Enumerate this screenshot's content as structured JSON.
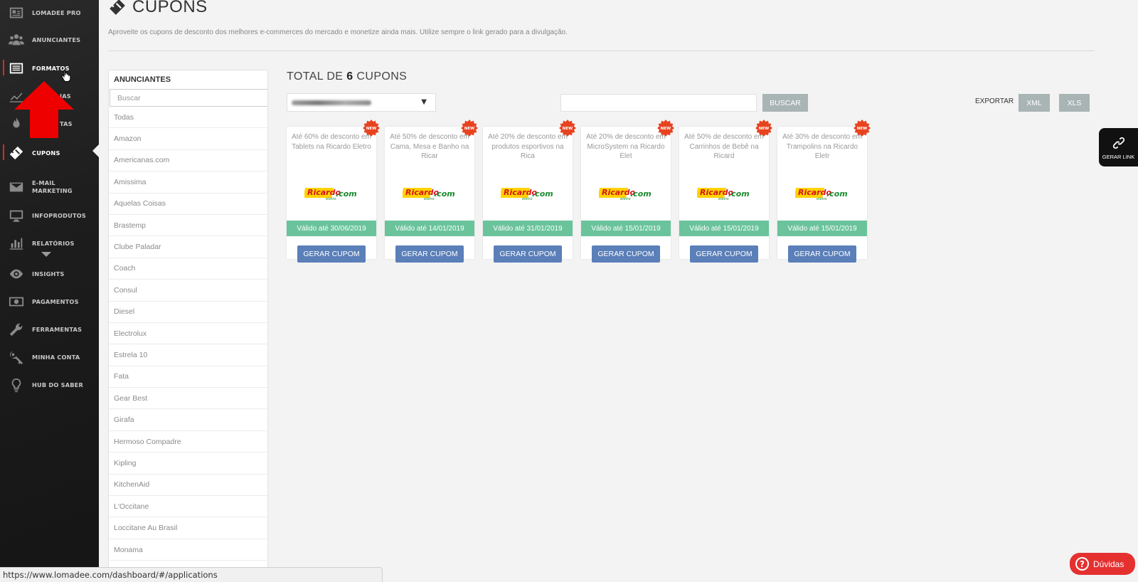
{
  "sidebar": {
    "items": [
      {
        "label": "LOMADEE PRO",
        "icon": "id-card-icon"
      },
      {
        "label": "ANUNCIANTES",
        "icon": "users-icon"
      },
      {
        "label": "FORMATOS",
        "icon": "list-icon"
      },
      {
        "label": "",
        "icon": "chart-line-icon"
      },
      {
        "label": "",
        "icon": "fire-icon"
      },
      {
        "label": "CUPONS",
        "icon": "ticket-icon"
      },
      {
        "label": "E-MAIL MARKETING",
        "icon": "envelope-icon"
      },
      {
        "label": "INFOPRODUTOS",
        "icon": "monitor-icon"
      },
      {
        "label": "RELATÓRIOS",
        "icon": "bar-chart-icon"
      },
      {
        "label": "INSIGHTS",
        "icon": "eye-icon"
      },
      {
        "label": "PAGAMENTOS",
        "icon": "money-icon"
      },
      {
        "label": "FERRAMENTAS",
        "icon": "wrench-icon"
      },
      {
        "label": "MINHA CONTA",
        "icon": "key-icon"
      },
      {
        "label": "HUB DO SABER",
        "icon": "lightbulb-icon"
      }
    ],
    "partial_labels": [
      "IAS",
      "TAS"
    ]
  },
  "header": {
    "title": "CUPONS",
    "subtitle": "Aproveite os cupons de desconto dos melhores e-commerces do mercado e monetize ainda mais. Utilize sempre o link gerado para a divulgação."
  },
  "advertisers": {
    "header": "ANUNCIANTES",
    "search_placeholder": "Buscar",
    "items": [
      "Todas",
      "Amazon",
      "Americanas.com",
      "Amissima",
      "Aquelas Coisas",
      "Brastemp",
      "Clube Paladar",
      "Coach",
      "Consul",
      "Diesel",
      "Electrolux",
      "Estrela 10",
      "Fata",
      "Gear Best",
      "Girafa",
      "Hermoso Compadre",
      "Kipling",
      "KitchenAid",
      "L'Occitane",
      "Loccitane Au Brasil",
      "Monama"
    ]
  },
  "main": {
    "total_prefix": "TOTAL DE",
    "total_count": "6",
    "total_suffix": "CUPONS",
    "search_button": "BUSCAR",
    "export_label": "EXPORTAR",
    "export_xml": "XML",
    "export_xls": "XLS"
  },
  "coupons": [
    {
      "desc": "Até 60% de desconto em Tablets na Ricardo Eletro",
      "valid": "Válido até 30/06/2019",
      "button": "GERAR CUPOM",
      "badge": "NEW"
    },
    {
      "desc": "Até 50% de desconto em Cama, Mesa e Banho na Ricar",
      "valid": "Válido até 14/01/2019",
      "button": "GERAR CUPOM",
      "badge": "NEW"
    },
    {
      "desc": "Até 20% de desconto em produtos esportivos na Rica",
      "valid": "Válido até 31/01/2019",
      "button": "GERAR CUPOM",
      "badge": "NEW"
    },
    {
      "desc": "Até 20% de desconto em MicroSystem na Ricardo Elet",
      "valid": "Válido até 15/01/2019",
      "button": "GERAR CUPOM",
      "badge": "NEW"
    },
    {
      "desc": "Até 50% de desconto em Carrinhos de Bebê na Ricard",
      "valid": "Válido até 15/01/2019",
      "button": "GERAR CUPOM",
      "badge": "NEW"
    },
    {
      "desc": "Até 30% de desconto em Trampolins na Ricardo Eletr",
      "valid": "Válido até 15/01/2019",
      "button": "GERAR CUPOM",
      "badge": "NEW"
    }
  ],
  "logo": {
    "text_main": "Ricardo",
    "text_sub": "eletro",
    "text_com": ".com"
  },
  "gerar_link": "GERAR LINK",
  "duvidas": "Dúvidas",
  "duvidas_icon": "?",
  "statusbar": "https://www.lomadee.com/dashboard/#/applications",
  "colors": {
    "valid_bar": "#6ac39b",
    "gerar_button": "#5a7fb9",
    "badge": "#e8431f",
    "duvidas": "#e53030",
    "arrow": "#ee0000"
  }
}
